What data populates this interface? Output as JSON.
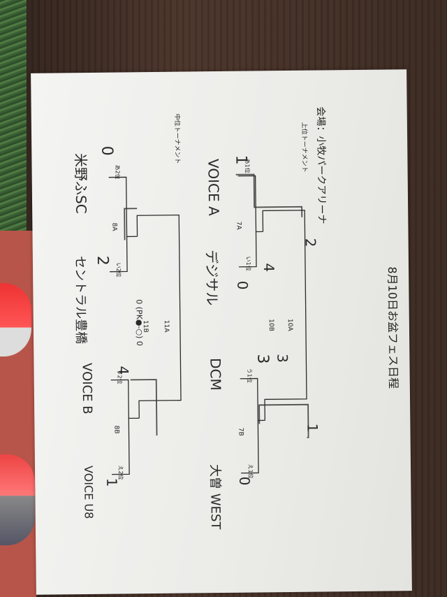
{
  "header": {
    "title": "8月10日お盆フェス日程",
    "venue": "会場：小牧パークアリーナ"
  },
  "sections": {
    "upper": "上位トーナメント",
    "middle": "中位トーナメント"
  },
  "upper_bracket": {
    "teams": [
      {
        "seed": "あ1位",
        "name": "VOICE A",
        "score": "1"
      },
      {
        "seed": "い1位",
        "name": "デジサル",
        "score": "0"
      },
      {
        "seed": "う1位",
        "name": "DCM",
        "score": "3"
      },
      {
        "seed": "え1位",
        "name": "大曽 WEST",
        "score": "0"
      }
    ],
    "matches": [
      "7A",
      "10B",
      "10A",
      "7B"
    ],
    "notes": [
      "4",
      "3",
      "2",
      "1"
    ]
  },
  "middle_bracket": {
    "teams": [
      {
        "seed": "あ2位",
        "name": "米野ふSC",
        "score": "0"
      },
      {
        "seed": "い2位",
        "name": "セントラル豊橋",
        "score": "2"
      },
      {
        "seed": "う2位",
        "name": "VOICE B",
        "score": "4"
      },
      {
        "seed": "え2位",
        "name": "VOICE U8",
        "score": "1"
      }
    ],
    "matches": [
      "8A",
      "11B",
      "11A",
      "8B"
    ],
    "notes": [
      "0 (PK●-○) 0"
    ]
  }
}
